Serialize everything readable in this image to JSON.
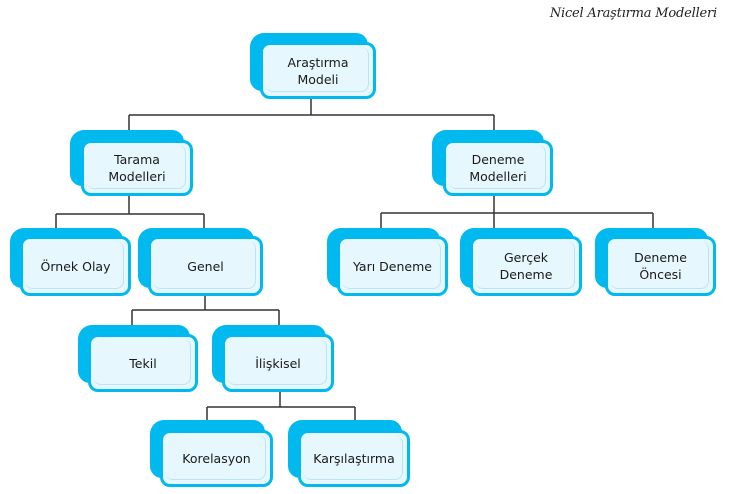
{
  "header": {
    "title": "Nicel Araştırma Modelleri"
  },
  "colors": {
    "accent": "#00b9ef",
    "box_fill": "#e6f7fd",
    "connector": "#333333"
  },
  "nodes": [
    {
      "id": "arastirma-modeli",
      "label": "Araştırma\nModeli",
      "parent": null
    },
    {
      "id": "tarama-modelleri",
      "label": "Tarama\nModelleri",
      "parent": "arastirma-modeli"
    },
    {
      "id": "deneme-modelleri",
      "label": "Deneme\nModelleri",
      "parent": "arastirma-modeli"
    },
    {
      "id": "ornek-olay",
      "label": "Örnek Olay",
      "parent": "tarama-modelleri"
    },
    {
      "id": "genel",
      "label": "Genel",
      "parent": "tarama-modelleri"
    },
    {
      "id": "yari-deneme",
      "label": "Yarı Deneme",
      "parent": "deneme-modelleri"
    },
    {
      "id": "gercek-deneme",
      "label": "Gerçek\nDeneme",
      "parent": "deneme-modelleri"
    },
    {
      "id": "deneme-oncesi",
      "label": "Deneme\nÖncesi",
      "parent": "deneme-modelleri"
    },
    {
      "id": "tekil",
      "label": "Tekil",
      "parent": "genel"
    },
    {
      "id": "iliskisel",
      "label": "İlişkisel",
      "parent": "genel"
    },
    {
      "id": "korelasyon",
      "label": "Korelasyon",
      "parent": "iliskisel"
    },
    {
      "id": "karsilastirma",
      "label": "Karşılaştırma",
      "parent": "iliskisel"
    }
  ]
}
